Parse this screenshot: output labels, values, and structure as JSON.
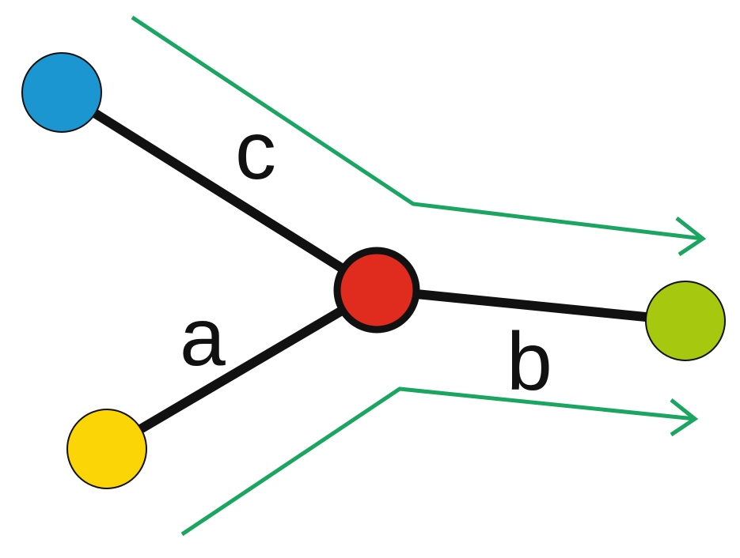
{
  "colors": {
    "background": "#ffffff",
    "edge": "#111111",
    "flow_arrow": "#1aa560",
    "node_outline": "#111111"
  },
  "nodes": [
    {
      "id": "blue",
      "color": "#1b96d1"
    },
    {
      "id": "yellow",
      "color": "#fbd505"
    },
    {
      "id": "green",
      "color": "#a6c90f"
    },
    {
      "id": "center",
      "color": "#e02b1f"
    }
  ],
  "edges": [
    {
      "id": "c",
      "label": "c",
      "from": "blue",
      "to": "center"
    },
    {
      "id": "a",
      "label": "a",
      "from": "yellow",
      "to": "center"
    },
    {
      "id": "b",
      "label": "b",
      "from": "center",
      "to": "green"
    }
  ],
  "flow_arrows": [
    {
      "id": "upper",
      "direction": "right"
    },
    {
      "id": "lower",
      "direction": "right"
    }
  ]
}
